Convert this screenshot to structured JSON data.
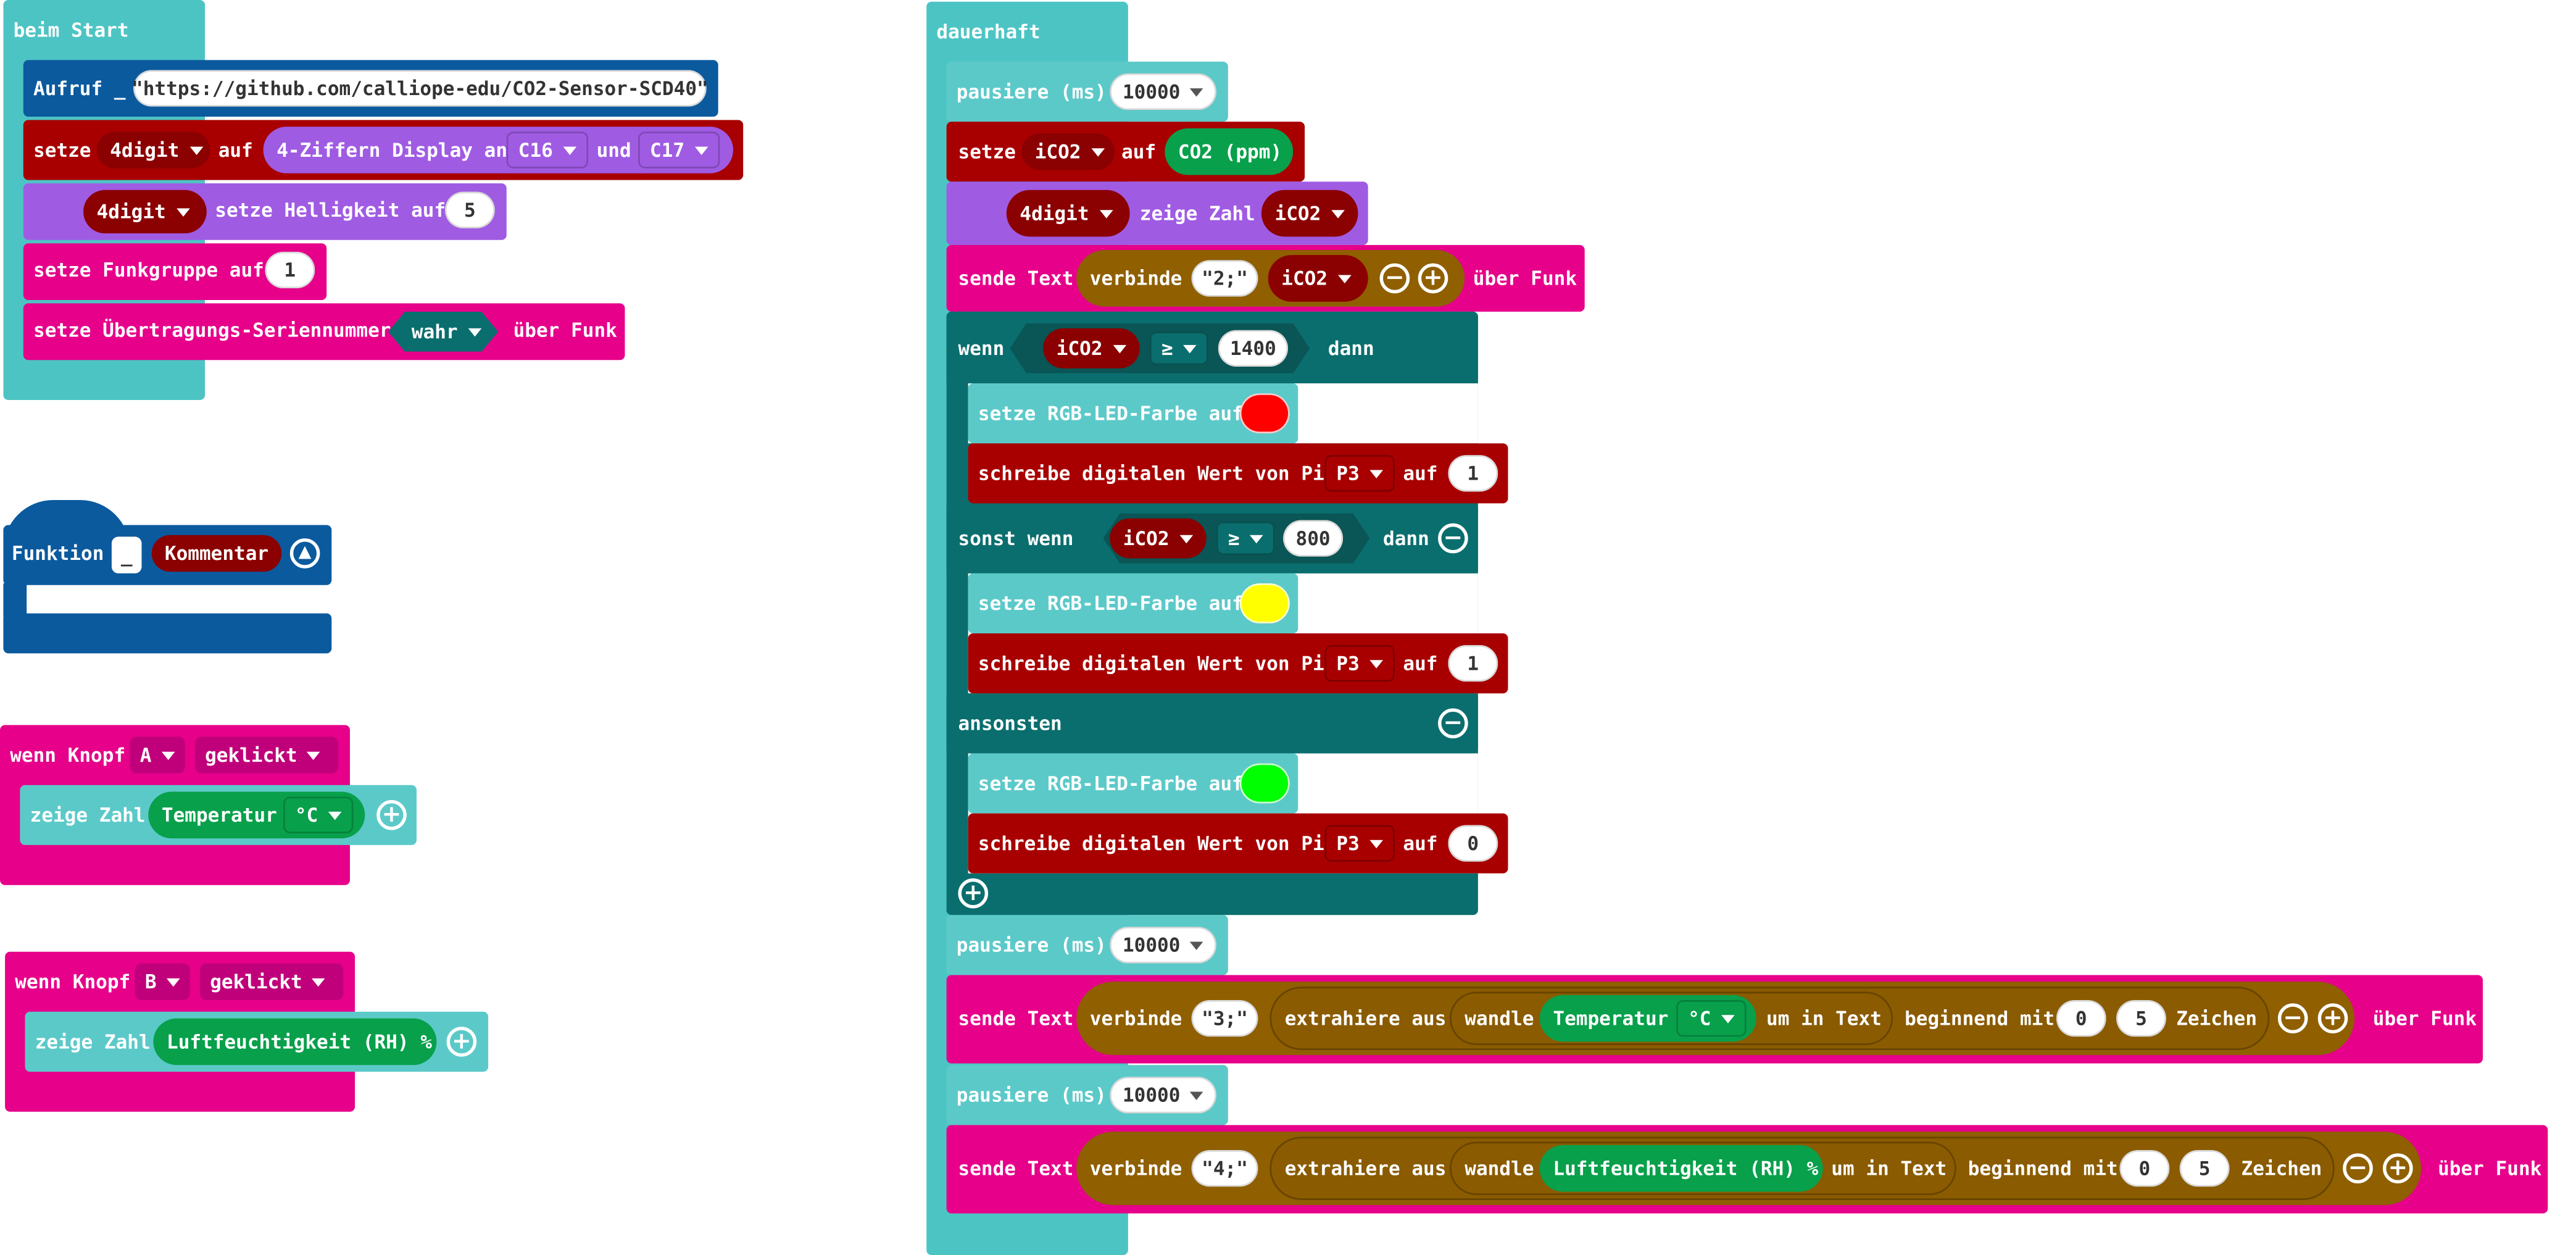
{
  "colors": {
    "start_block": "#4dc4c4",
    "pink": "#e6008a",
    "red": "#a80000",
    "violet": "#a05be3",
    "condition": "#0b6e6e",
    "green": "#08a04b",
    "brown": "#8f5f00",
    "function": "#0b5a9e"
  },
  "on_start": {
    "header": "beim Start",
    "call_label": "Aufruf _",
    "call_url": "\"https://github.com/calliope-edu/CO2-Sensor-SCD40\"",
    "set1": {
      "kw": "setze",
      "var": "4digit",
      "auf": "auf",
      "display": "4-Ziffern Display an",
      "pin1": "C16",
      "und": "und",
      "pin2": "C17"
    },
    "brightness": {
      "var": "4digit",
      "text": "setze Helligkeit auf",
      "value": "5"
    },
    "radio_group": {
      "text": "setze Funkgruppe auf",
      "value": "1"
    },
    "serial": {
      "text": "setze Übertragungs-Seriennummer",
      "value": "wahr",
      "suffix": "über Funk"
    }
  },
  "function_block": {
    "kw": "Funktion",
    "name": "_",
    "comment": "Kommentar"
  },
  "button_a": {
    "wenn": "wenn Knopf",
    "btn": "A",
    "event": "geklickt",
    "show": "zeige Zahl",
    "sensor": "Temperatur",
    "unit": "°C"
  },
  "button_b": {
    "wenn": "wenn Knopf",
    "btn": "B",
    "event": "geklickt",
    "show": "zeige Zahl",
    "sensor": "Luftfeuchtigkeit (RH) %"
  },
  "forever": {
    "header": "dauerhaft",
    "pause_label": "pausiere (ms)",
    "pause_value": "10000",
    "setze": "setze",
    "var_ico2": "iCO2",
    "auf": "auf",
    "co2": "CO2 (ppm)",
    "digit": "4digit",
    "zeige_zahl": "zeige Zahl",
    "sende_text": "sende Text",
    "verbinde": "verbinde",
    "str2": "\"2;\"",
    "str3": "\"3;\"",
    "str4": "\"4;\"",
    "ueber_funk": "über Funk",
    "wenn": "wenn",
    "ge": "≥",
    "v1400": "1400",
    "dann": "dann",
    "rgb": "setze RGB-LED-Farbe auf",
    "digital": "schreibe digitalen Wert von Pin",
    "pin": "P3",
    "val1": "1",
    "val0": "0",
    "sonst_wenn": "sonst wenn",
    "v800": "800",
    "ansonsten": "ansonsten",
    "extract": "extrahiere aus",
    "wandle": "wandle",
    "temp": "Temperatur",
    "unit": "°C",
    "to_text": "um in Text",
    "begin": "beginnend mit",
    "zero": "0",
    "five": "5",
    "chars": "Zeichen",
    "humid": "Luftfeuchtigkeit (RH) %"
  }
}
